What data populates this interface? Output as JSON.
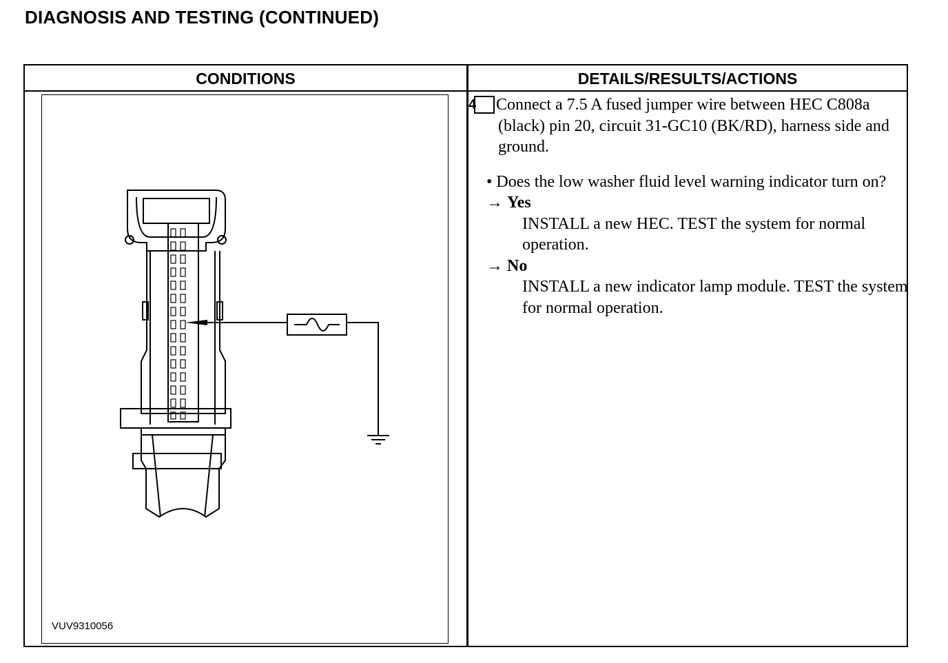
{
  "page_title": "DIAGNOSIS AND TESTING (CONTINUED)",
  "table": {
    "headers": {
      "conditions": "CONDITIONS",
      "details": "DETAILS/RESULTS/ACTIONS"
    },
    "figure_code": "VUV9310056",
    "step": {
      "number": "4",
      "instruction": "Connect a 7.5 A fused jumper wire between HEC C808a (black) pin 20, circuit 31-GC10 (BK/RD), harness side and ground."
    },
    "question": "• Does the low washer fluid level warning indicator turn on?",
    "answers": [
      {
        "arrow": "→",
        "label": "Yes",
        "action": "INSTALL a new HEC. TEST the system for normal operation."
      },
      {
        "arrow": "→",
        "label": "No",
        "action": "INSTALL a new indicator lamp module. TEST the system for normal operation."
      }
    ]
  },
  "diagram": {
    "components": [
      "connector-c808a",
      "fused-jumper-wire",
      "ground-symbol"
    ],
    "line_color": "#000000"
  }
}
